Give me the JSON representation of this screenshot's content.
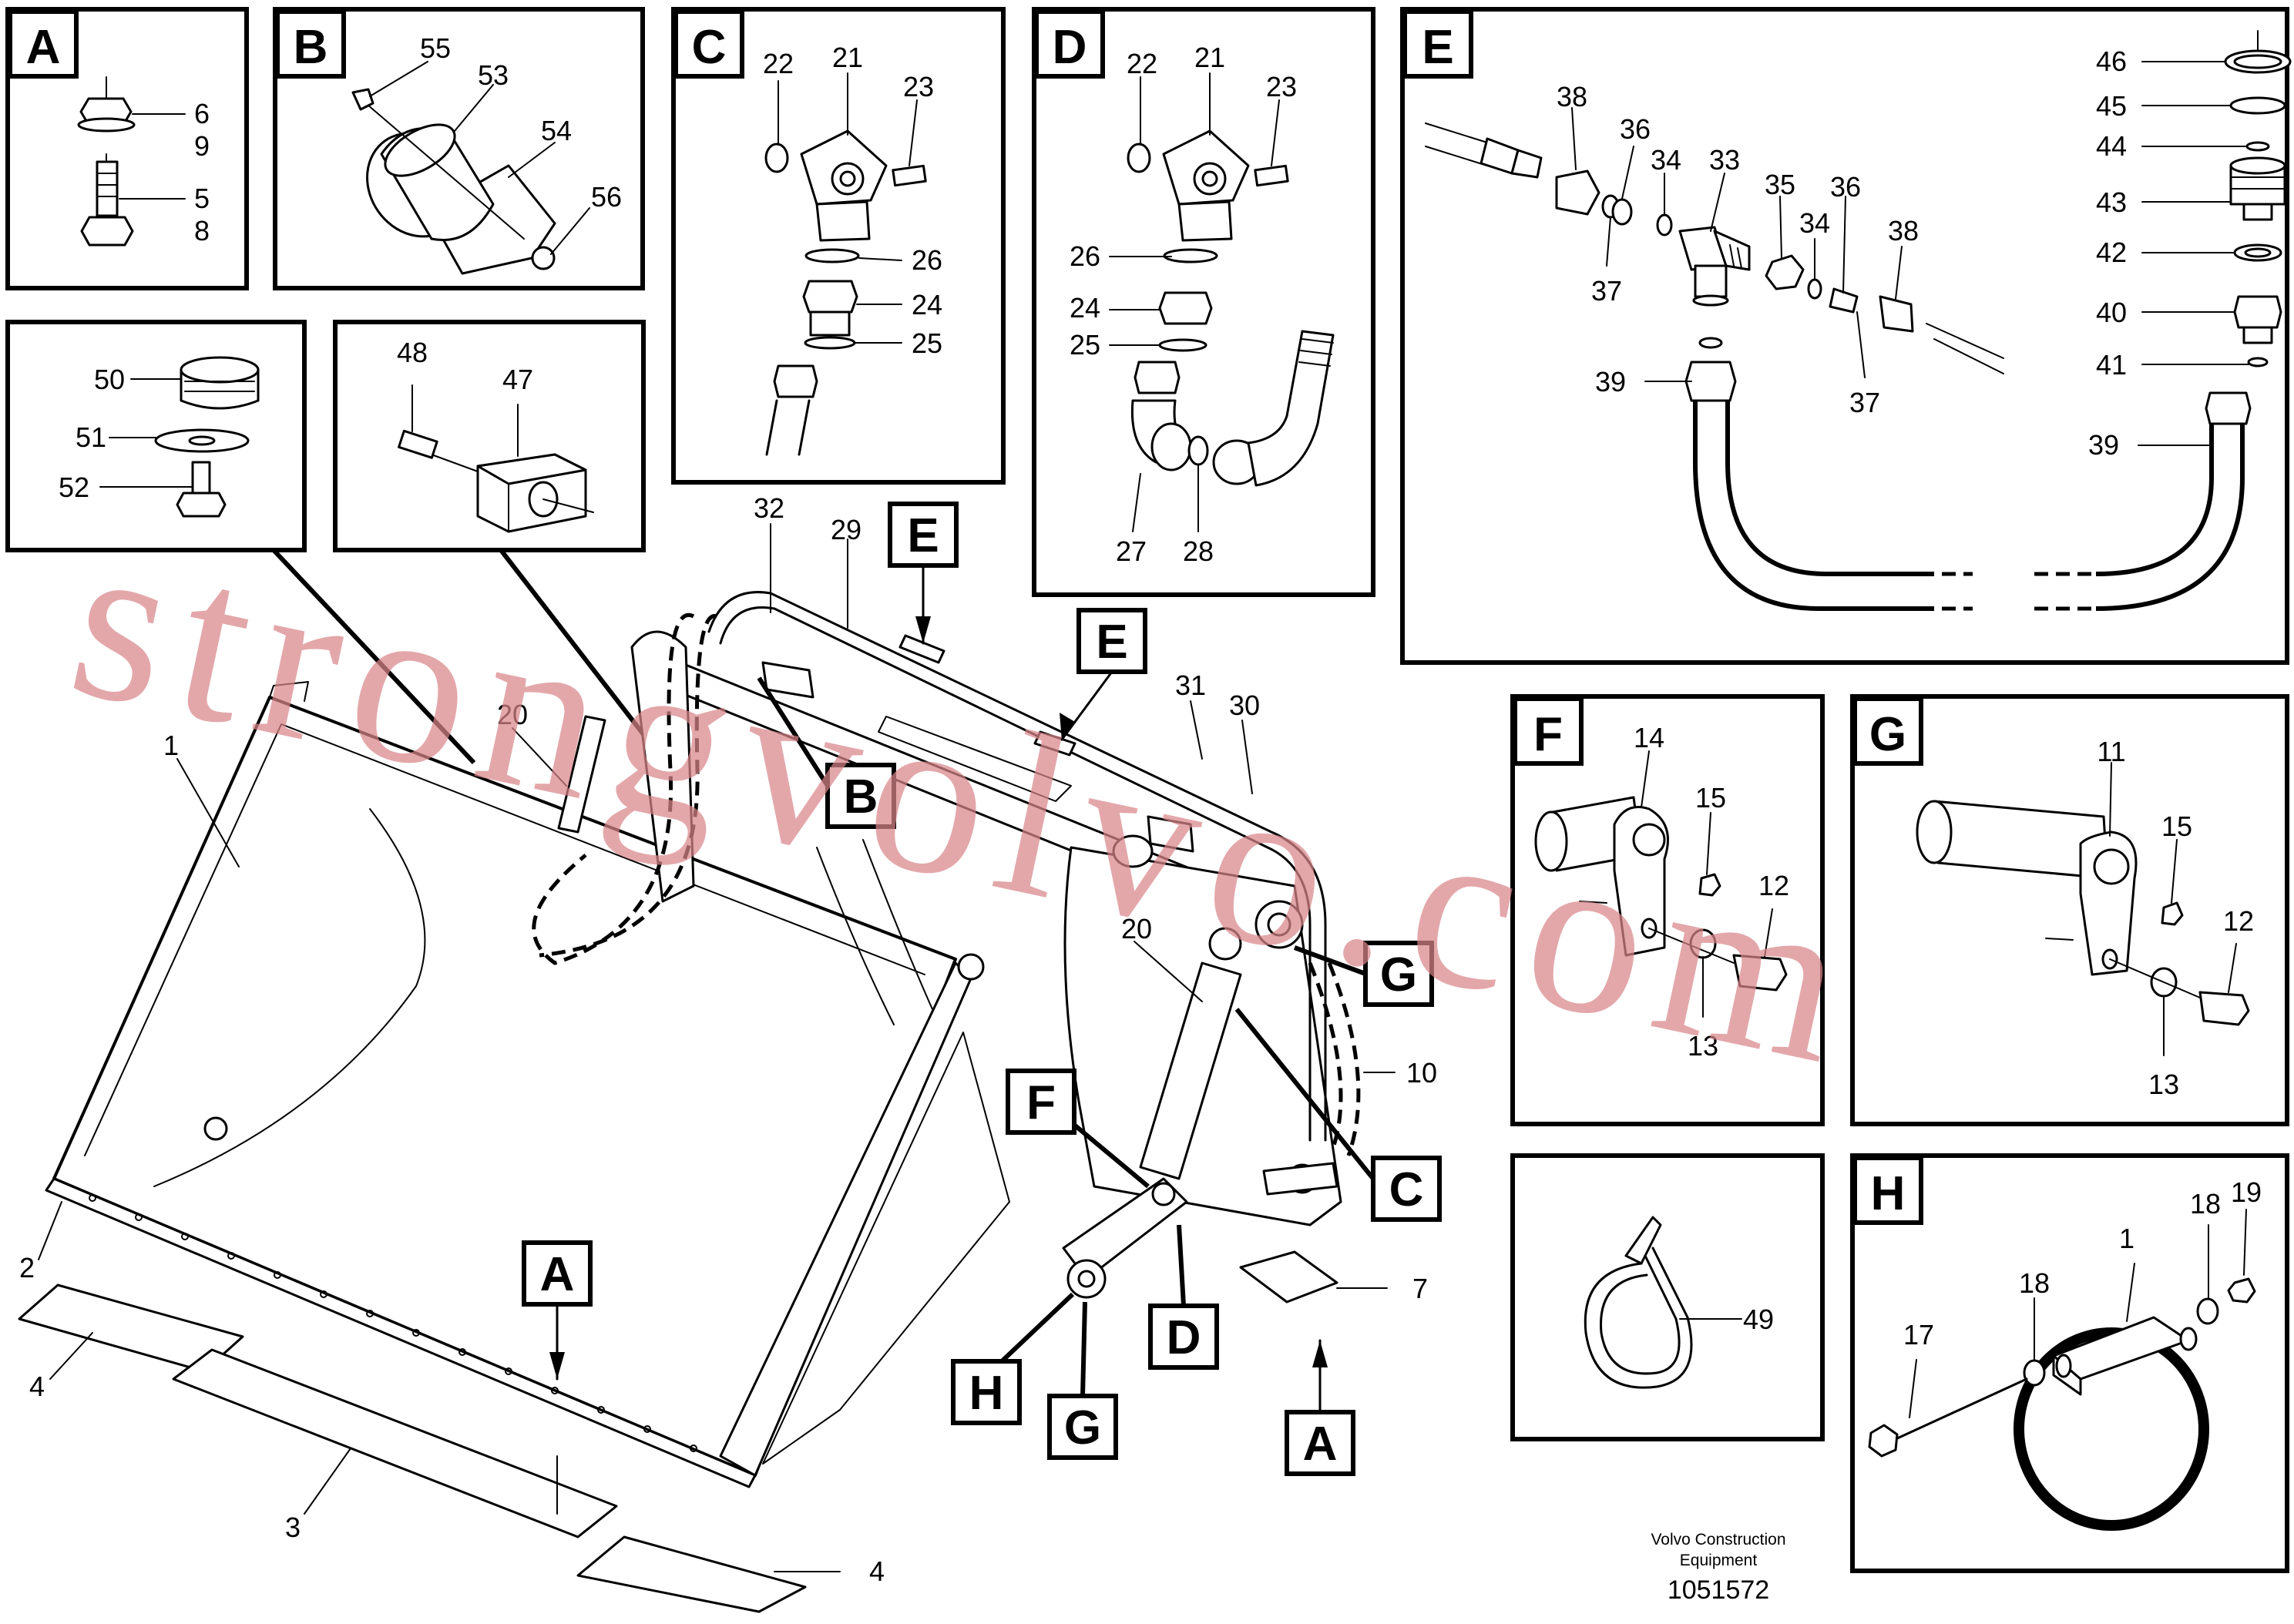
{
  "watermark": "strongvolvo.com",
  "footer": {
    "maker_line1": "Volvo Construction",
    "maker_line2": "Equipment",
    "drawing_number": "1051572"
  },
  "detail_tags": [
    "A",
    "B",
    "C",
    "D",
    "E",
    "F",
    "G",
    "H"
  ],
  "callouts": {
    "detail_a": [
      "6",
      "9",
      "5",
      "8"
    ],
    "detail_b": [
      "55",
      "53",
      "54",
      "56"
    ],
    "detail_c": [
      "22",
      "21",
      "23",
      "26",
      "24",
      "25"
    ],
    "detail_d": [
      "22",
      "21",
      "23",
      "26",
      "24",
      "25",
      "27",
      "28"
    ],
    "detail_e": [
      "38",
      "36",
      "34",
      "33",
      "35",
      "36",
      "34",
      "38",
      "37",
      "37",
      "39",
      "39",
      "46",
      "45",
      "44",
      "43",
      "42",
      "40",
      "41"
    ],
    "detail_f": [
      "14",
      "15",
      "12",
      "13"
    ],
    "detail_g": [
      "11",
      "15",
      "12",
      "13"
    ],
    "detail_h": [
      "19",
      "18",
      "1",
      "17",
      "18"
    ],
    "detail_plug": [
      "50",
      "51",
      "52"
    ],
    "detail_clamp": [
      "48",
      "47"
    ],
    "detail_tie": [
      "49"
    ],
    "main": [
      "1",
      "2",
      "3",
      "4",
      "4",
      "20",
      "20",
      "32",
      "29",
      "31",
      "30",
      "10",
      "7"
    ]
  }
}
